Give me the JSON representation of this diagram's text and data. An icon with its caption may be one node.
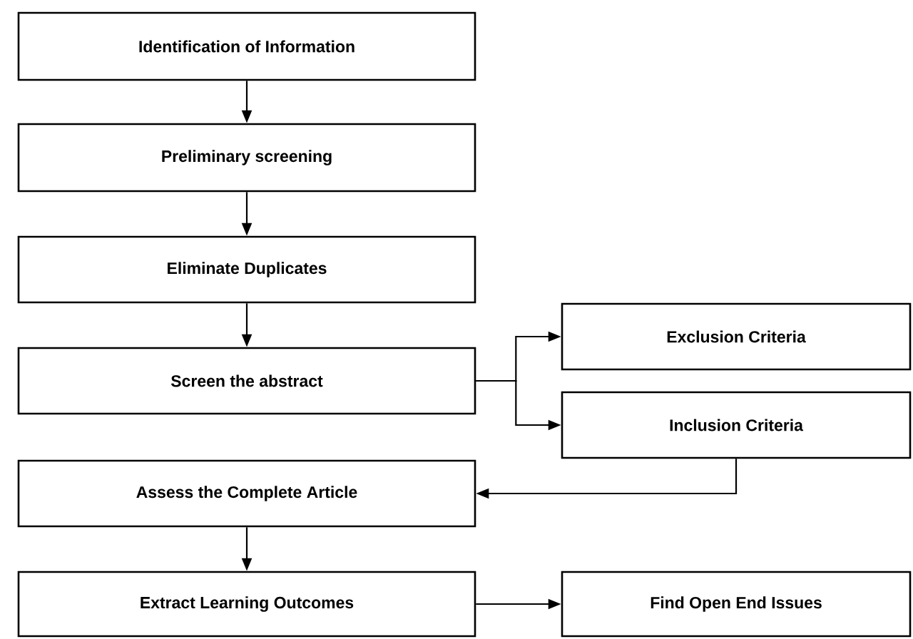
{
  "diagram": {
    "nodes": [
      {
        "text": [
          "Identification of Information"
        ]
      },
      {
        "text": [
          "Preliminary screening"
        ]
      },
      {
        "text": [
          "Eliminate Duplicates"
        ]
      },
      {
        "text": [
          "Screen the abstract"
        ]
      },
      {
        "text": [
          "Exclusion Criteria"
        ]
      },
      {
        "text": [
          "Inclusion Criteria"
        ]
      },
      {
        "text": [
          "Assess the Complete Article"
        ]
      },
      {
        "text": [
          "Extract Learning Outcomes"
        ]
      },
      {
        "text": [
          "Find Open End Issues"
        ]
      }
    ],
    "edges": [
      {
        "from": 0,
        "to": 1,
        "arrow": "to"
      },
      {
        "from": 1,
        "to": 2,
        "arrow": "to"
      },
      {
        "from": 2,
        "to": 3,
        "arrow": "to"
      },
      {
        "from": 3,
        "to": 4,
        "arrow": "to"
      },
      {
        "from": 3,
        "to": 5,
        "arrow": "to"
      },
      {
        "from": 5,
        "to": 6,
        "arrow": "to"
      },
      {
        "from": 6,
        "to": 7,
        "arrow": "to"
      },
      {
        "from": 7,
        "to": 8,
        "arrow": "to"
      }
    ]
  }
}
